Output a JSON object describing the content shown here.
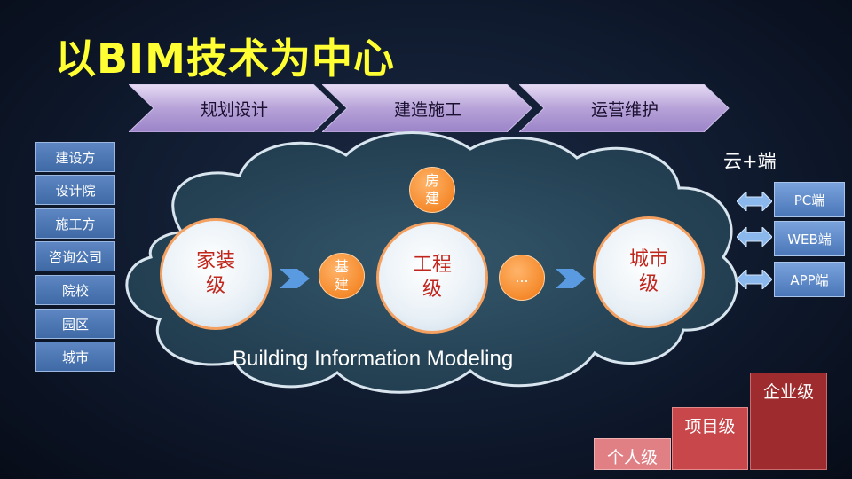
{
  "title": "以BIM技术为中心",
  "stages": [
    "规划设计",
    "建造施工",
    "运营维护"
  ],
  "stakeholders": [
    "建设方",
    "设计院",
    "施工方",
    "咨询公司",
    "院校",
    "园区",
    "城市"
  ],
  "cloud": {
    "caption": "Building Information Modeling",
    "big_circles": [
      "家装\n级",
      "工程\n级",
      "城市\n级"
    ],
    "small_circles": [
      "基\n建",
      "房\n建",
      "..."
    ]
  },
  "cloud_end": {
    "label": "云+端",
    "devices": [
      "PC端",
      "WEB端",
      "APP端"
    ]
  },
  "levels": [
    "个人级",
    "项目级",
    "企业级"
  ],
  "colors": {
    "title": "#ffff33",
    "stage_fill": "#b7a2d8",
    "stake_fill": "#4a76b4",
    "cloud_fill": "#2b4a5c",
    "circle_border": "#f3a060",
    "small_circle": "#f58a2c",
    "big_circle_text": "#c0261c",
    "level1": "#e07f84",
    "level2": "#c8474b",
    "level3": "#9e2c2e"
  }
}
